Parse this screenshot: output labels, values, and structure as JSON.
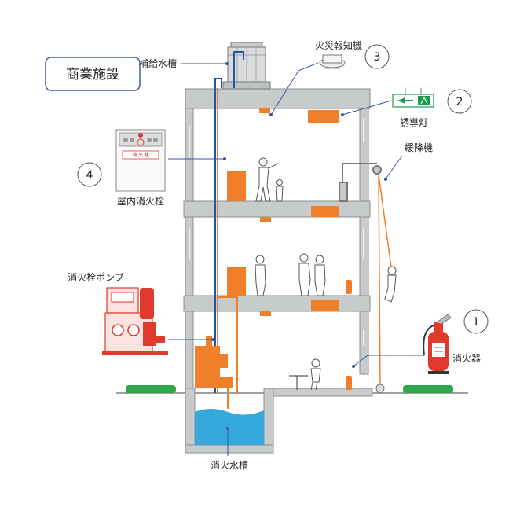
{
  "title": "商業施設",
  "labels": {
    "supply_tank": "補給水槽",
    "fire_alarm": "火災報知機",
    "guide_light": "誘導灯",
    "descender": "緩降機",
    "indoor_hydrant": "屋内消火栓",
    "hydrant_pump": "消火栓ポンプ",
    "extinguisher": "消火器",
    "water_tank": "消火水槽"
  },
  "hydrant_box_text": "消 火 栓",
  "numbers": {
    "extinguisher": "1",
    "guide_light": "2",
    "fire_alarm": "3",
    "indoor_hydrant": "4"
  },
  "colors": {
    "building": "#c8cbcb",
    "equipment": "#f07f2a",
    "pipe_blue": "#2255aa",
    "water": "#35a8dc",
    "extinguisher_red": "#e03a2e",
    "shrub": "#2fa84a",
    "guide_green": "#1a9a50"
  }
}
